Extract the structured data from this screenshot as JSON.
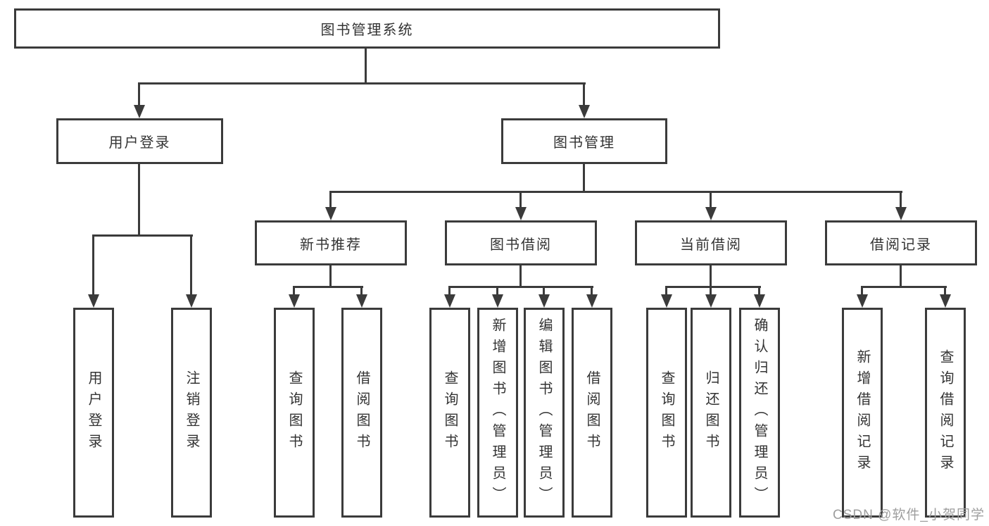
{
  "diagram": {
    "title_node": {
      "label": "图书管理系统"
    },
    "level2": [
      {
        "label": "用户登录",
        "parent": "图书管理系统"
      },
      {
        "label": "图书管理",
        "parent": "图书管理系统"
      }
    ],
    "level3": [
      {
        "label": "新书推荐",
        "parent": "图书管理"
      },
      {
        "label": "图书借阅",
        "parent": "图书管理"
      },
      {
        "label": "当前借阅",
        "parent": "图书管理"
      },
      {
        "label": "借阅记录",
        "parent": "图书管理"
      }
    ],
    "leaves": [
      {
        "label": "用户登录",
        "parent": "用户登录"
      },
      {
        "label": "注销登录",
        "parent": "用户登录"
      },
      {
        "label": "查询图书",
        "parent": "新书推荐"
      },
      {
        "label": "借阅图书",
        "parent": "新书推荐"
      },
      {
        "label": "查询图书",
        "parent": "图书借阅"
      },
      {
        "label": "新增图书（管理员）",
        "parent": "图书借阅"
      },
      {
        "label": "编辑图书（管理员）",
        "parent": "图书借阅"
      },
      {
        "label": "借阅图书",
        "parent": "图书借阅"
      },
      {
        "label": "查询图书",
        "parent": "当前借阅"
      },
      {
        "label": "归还图书",
        "parent": "当前借阅"
      },
      {
        "label": "确认归还（管理员）",
        "parent": "当前借阅"
      },
      {
        "label": "新增借阅记录",
        "parent": "借阅记录"
      },
      {
        "label": "查询借阅记录",
        "parent": "借阅记录"
      }
    ],
    "colors": {
      "line": "#3b3b3b",
      "text": "#333333",
      "background": "#ffffff",
      "watermark": "#9e9e9e"
    },
    "watermark": "CSDN @软件_小贺同学"
  }
}
